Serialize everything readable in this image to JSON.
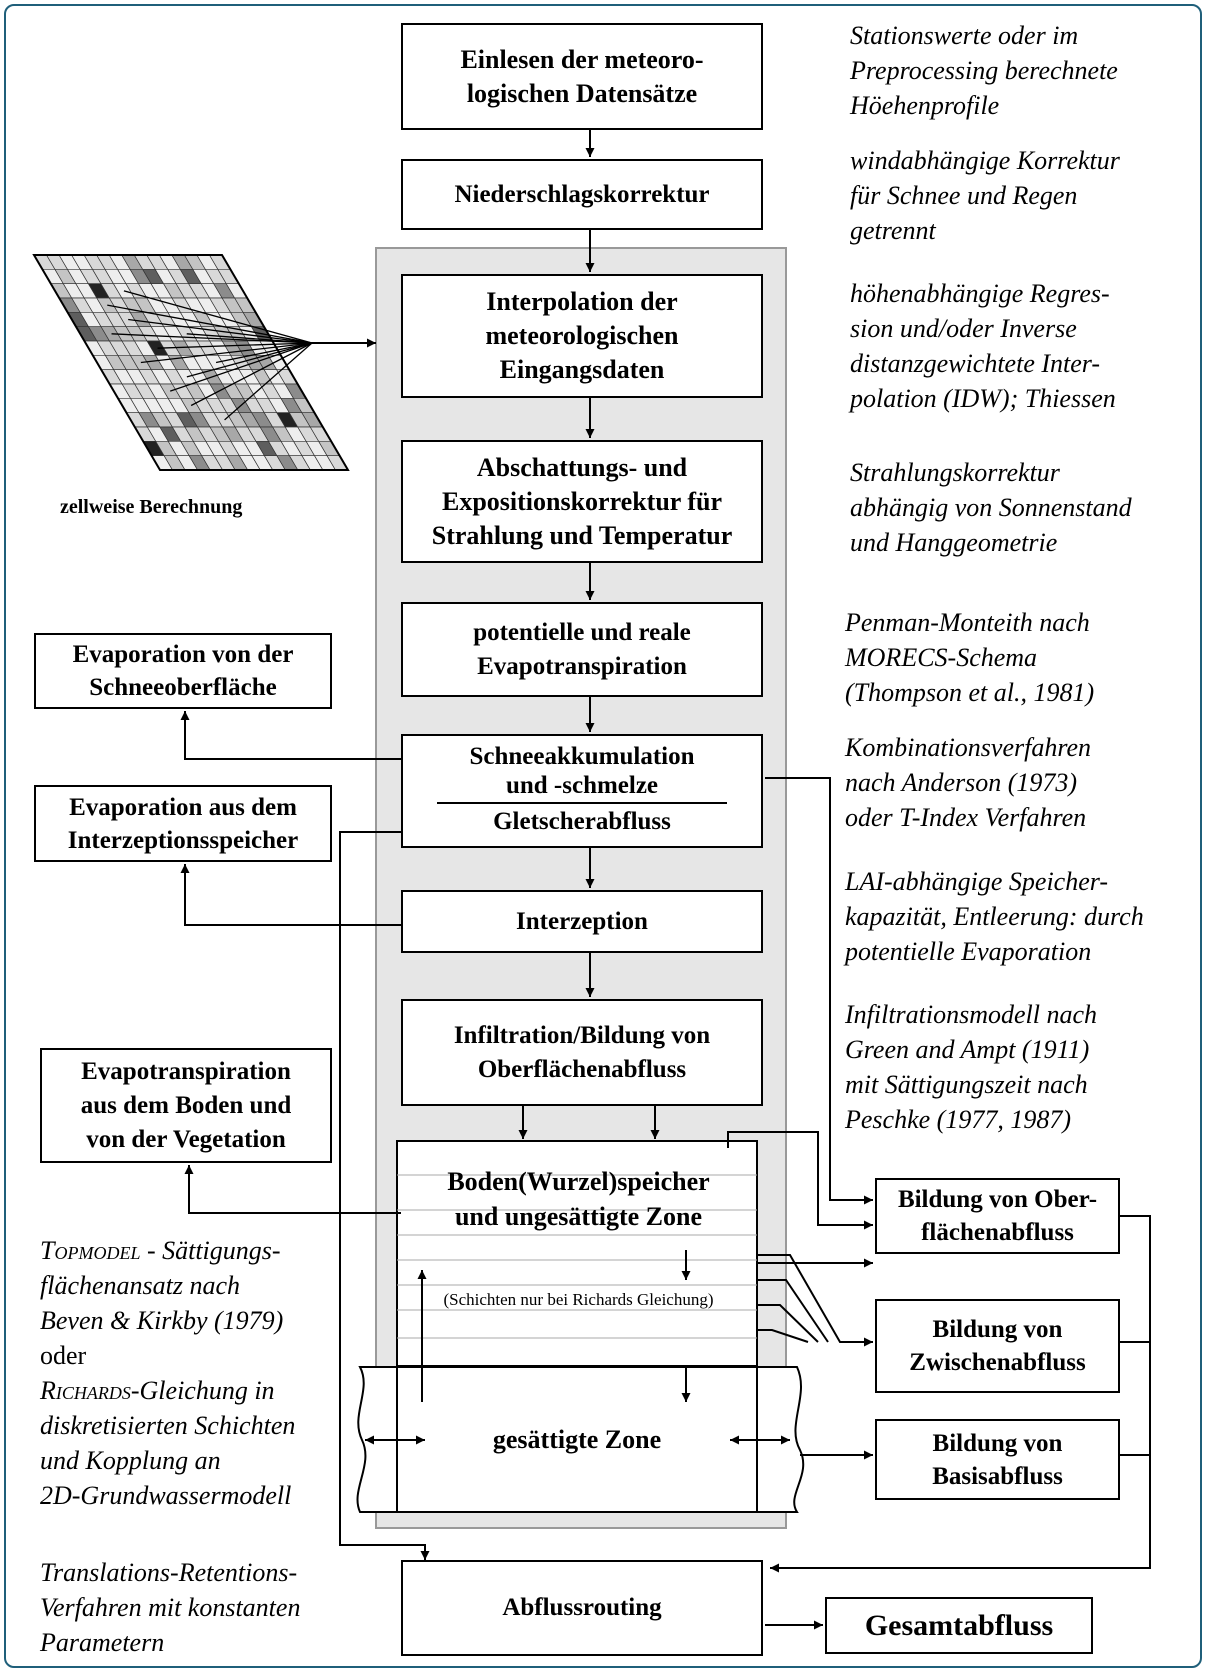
{
  "diagram": {
    "steps": {
      "read_data": "Einlesen der meteoro-\nlogischen Datensätze",
      "precip_correction": "Niederschlagskorrektur",
      "interpolation": "Interpolation der\nmeteorologischen\nEingangsdaten",
      "shading": "Abschattungs- und\nExpositionskorrektur für\nStrahlung und Temperatur",
      "evapotranspiration": "potentielle und reale\nEvapotranspiration",
      "snow_line1": "Schneeakkumulation",
      "snow_line2": "und -schmelze",
      "glacier": "Gletscherabfluss",
      "interception": "Interzeption",
      "infiltration": "Infiltration/Bildung von\nOberflächenabfluss",
      "soil": "Boden(Wurzel)speicher\nund ungesättigte Zone",
      "layers_note": "(Schichten nur bei Richards Gleichung)",
      "saturated": "gesättigte Zone",
      "routing": "Abflussrouting",
      "total": "Gesamtabfluss"
    },
    "left_boxes": {
      "snow_evap": "Evaporation von der\nSchneeoberfläche",
      "interception_evap": "Evaporation aus dem\nInterzeptionsspeicher",
      "soil_evap": "Evapotranspiration\naus dem Boden und\nvon der Vegetation"
    },
    "right_boxes": {
      "surface_runoff": "Bildung von Ober-\nflächenabfluss",
      "interflow": "Bildung von\nZwischenabfluss",
      "baseflow": "Bildung von\nBasisabfluss"
    },
    "grid_label": "zellweise Berechnung",
    "notes": {
      "n1": "Stationswerte oder im\nPreprocessing berechnete\nHöehenprofile",
      "n2": "windabhängige Korrektur\nfür Schnee und Regen\ngetrennt",
      "n3": "höhenabhängige Regres-\nsion und/oder Inverse\ndistanzgewichtete Inter-\npolation (IDW); Thiessen",
      "n4": "Strahlungskorrektur\nabhängig von Sonnenstand\nund Hanggeometrie",
      "n5": "Penman-Monteith nach\nMORECS-Schema\n(Thompson et al., 1981)",
      "n6": "Kombinationsverfahren\nnach Anderson (1973)\noder T-Index Verfahren",
      "n7": "LAI-abhängige Speicher-\nkapazität, Entleerung: durch\npotentielle Evaporation",
      "n8": "Infiltrationsmodell nach\nGreen and Ampt (1911)\nmit Sättigungszeit nach\nPeschke (1977, 1987)",
      "n9_a": "Topmodel",
      "n9_b": " - Sättigungs-\nflächenansatz nach\nBeven & Kirkby (1979)",
      "n9_c": "oder",
      "n9_d": "Richards",
      "n9_e": "-Gleichung in\ndiskretisierten Schichten\nund Kopplung an\n2D-Grundwassermodell",
      "n10": "Translations-Retentions-\nVerfahren mit konstanten\nParametern"
    },
    "colors": {
      "panel": "#e6e6e6",
      "frame": "#1f5f7a"
    }
  }
}
